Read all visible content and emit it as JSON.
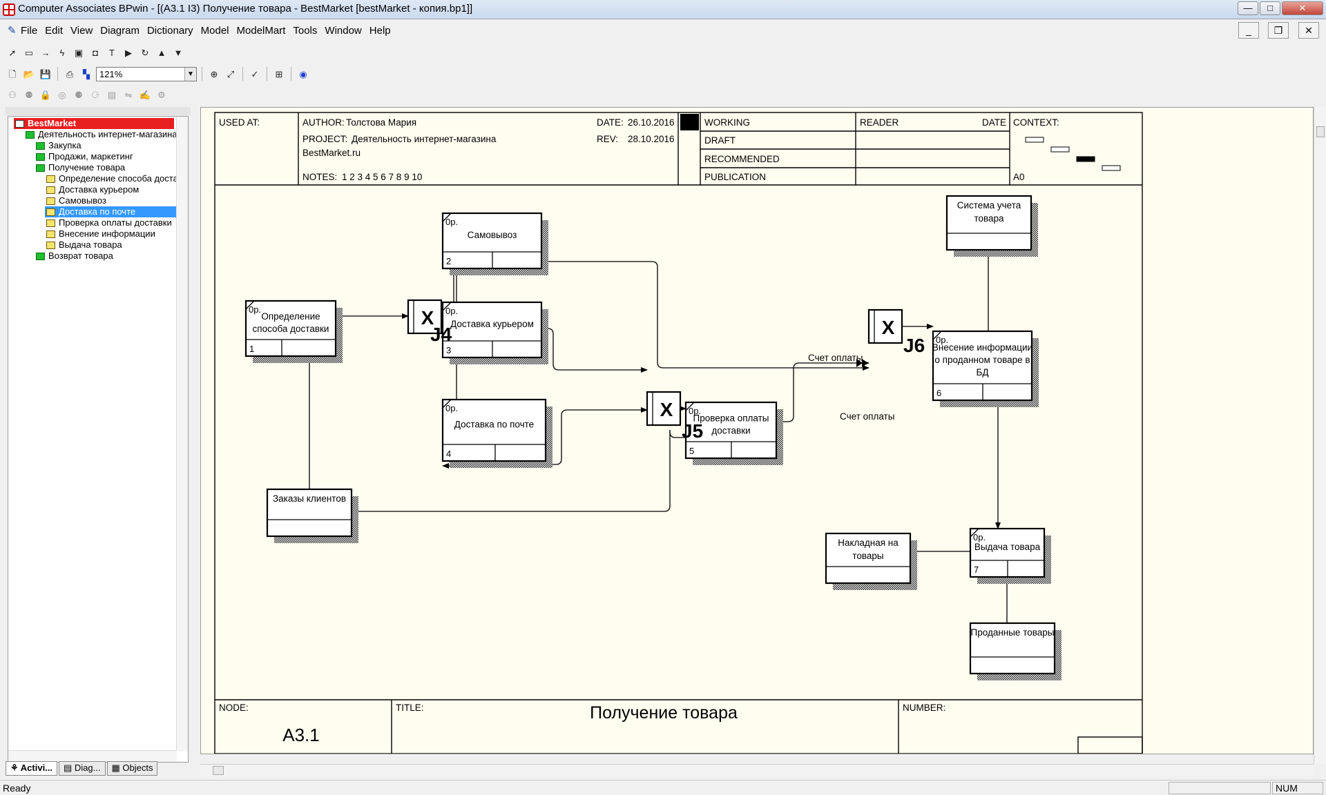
{
  "window": {
    "title": "Computer Associates BPwin - [(A3.1 I3) Получение товара - BestMarket  [bestMarket - копия.bp1]]",
    "controls": {
      "minimize": "—",
      "maximize": "□",
      "close": "✕"
    },
    "mdi_controls": {
      "minimize": "_",
      "restore": "❐",
      "close": "✕"
    }
  },
  "menu": [
    "File",
    "Edit",
    "View",
    "Diagram",
    "Dictionary",
    "Model",
    "ModelMart",
    "Tools",
    "Window",
    "Help"
  ],
  "toolbar": {
    "zoom": "121%",
    "row1_icons": [
      "pointer-tool",
      "activity-box-tool",
      "arrow-tool",
      "squiggle-tool",
      "referent-tool",
      "ref-box-tool",
      "text-tool",
      "go-to-child",
      "go-to-parent",
      "sibling-up",
      "sibling-down"
    ],
    "row2_icons": [
      "new-file",
      "open-file",
      "save-file",
      "print",
      "color-palette",
      "zoom-in",
      "zoom-fit",
      "spell-check",
      "model-explorer",
      "model-mart"
    ]
  },
  "explorer": {
    "items": [
      {
        "label": "BestMarket",
        "level": 0,
        "icon": "model-icon",
        "style": "red"
      },
      {
        "label": "Деятельность интернет-магазина",
        "level": 1,
        "icon": "green"
      },
      {
        "label": "Закупка",
        "level": 2,
        "icon": "green"
      },
      {
        "label": "Продажи, маркетинг",
        "level": 2,
        "icon": "green"
      },
      {
        "label": "Получение товара",
        "level": 2,
        "icon": "green"
      },
      {
        "label": "Определение способа доставки",
        "level": 3,
        "icon": "yellow"
      },
      {
        "label": "Доставка курьером",
        "level": 3,
        "icon": "yellow"
      },
      {
        "label": "Самовывоз",
        "level": 3,
        "icon": "yellow"
      },
      {
        "label": "Доставка по почте",
        "level": 3,
        "icon": "yellow",
        "style": "sel"
      },
      {
        "label": "Проверка оплаты доставки",
        "level": 3,
        "icon": "yellow"
      },
      {
        "label": "Внесение информации",
        "level": 3,
        "icon": "yellow"
      },
      {
        "label": "Выдача товара",
        "level": 3,
        "icon": "yellow"
      },
      {
        "label": "Возврат товара",
        "level": 2,
        "icon": "green"
      }
    ],
    "tabs": [
      "Activi...",
      "Diag...",
      "Objects"
    ]
  },
  "frame": {
    "used_at": "USED AT:",
    "author_label": "AUTHOR:",
    "author": "Толстова Мария",
    "project_label": "PROJECT:",
    "project": "Деятельность интернет-магазина BestMarket.ru",
    "notes_label": "NOTES:",
    "notes": "1 2 3 4 5 6 7 8 9 10",
    "date_label": "DATE:",
    "date": "26.10.2016",
    "rev_label": "REV:",
    "rev": "28.10.2016",
    "status": [
      "WORKING",
      "DRAFT",
      "RECOMMENDED",
      "PUBLICATION"
    ],
    "reader": "READER",
    "reader_date": "DATE",
    "context": "CONTEXT:",
    "context_node": "A0",
    "node_label": "NODE:",
    "node": "A3.1",
    "title_label": "TITLE:",
    "title": "Получение товара",
    "number_label": "NUMBER:"
  },
  "diagram": {
    "activities": [
      {
        "id": 1,
        "name": "Определение способа доставки",
        "cost": "0р."
      },
      {
        "id": 2,
        "name": "Самовывоз",
        "cost": "0р."
      },
      {
        "id": 3,
        "name": "Доставка курьером",
        "cost": "0р."
      },
      {
        "id": 4,
        "name": "Доставка по почте",
        "cost": "0р."
      },
      {
        "id": 5,
        "name": "Проверка оплаты доставки",
        "cost": "0р."
      },
      {
        "id": 6,
        "name": "Внесение информации о проданном товаре в БД",
        "cost": "0р."
      },
      {
        "id": 7,
        "name": "Выдача товара",
        "cost": "0р."
      }
    ],
    "junctions": [
      {
        "name": "J4",
        "type": "X"
      },
      {
        "name": "J5",
        "type": "X"
      },
      {
        "name": "J6",
        "type": "X"
      }
    ],
    "referents": [
      "Заказы клиентов",
      "Система учета товара",
      "Накладная на товары",
      "Проданные товары"
    ],
    "arrow_labels": [
      "Счет оплаты",
      "Счет оплаты"
    ]
  },
  "status": {
    "text": "Ready",
    "num": "NUM"
  }
}
